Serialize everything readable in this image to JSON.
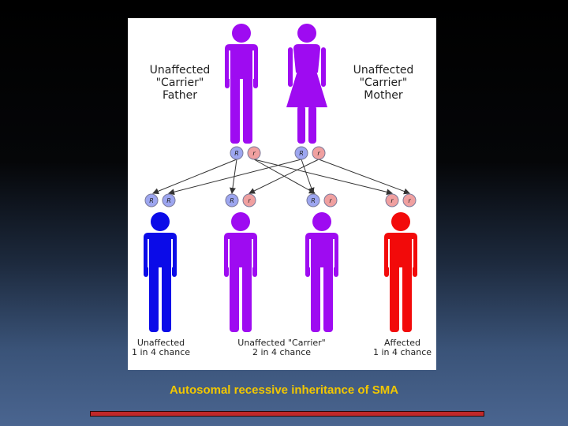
{
  "colors": {
    "carrier": "#9e0bf1",
    "unaffected": "#0b0be8",
    "affected": "#f20a0a",
    "dominant_allele": "#9da6f0",
    "recessive_allele": "#f0a0a0",
    "caption": "#f2c700"
  },
  "parents": [
    {
      "label": [
        "Unaffected",
        "\"Carrier\"",
        "Father"
      ],
      "figure": "male",
      "status": "carrier",
      "alleles": [
        "R",
        "r"
      ]
    },
    {
      "label": [
        "Unaffected",
        "\"Carrier\"",
        "Mother"
      ],
      "figure": "female",
      "status": "carrier",
      "alleles": [
        "R",
        "r"
      ]
    }
  ],
  "children": [
    {
      "status": "unaffected",
      "alleles": [
        "R",
        "R"
      ]
    },
    {
      "status": "carrier",
      "alleles": [
        "R",
        "r"
      ]
    },
    {
      "status": "carrier",
      "alleles": [
        "R",
        "r"
      ]
    },
    {
      "status": "affected",
      "alleles": [
        "r",
        "r"
      ]
    }
  ],
  "child_labels": [
    {
      "lines": [
        "Unaffected",
        "1 in 4 chance"
      ]
    },
    {
      "lines": [
        "Unaffected \"Carrier\"",
        "2 in 4 chance"
      ]
    },
    {
      "lines": [
        "Affected",
        "1 in 4 chance"
      ]
    }
  ],
  "caption": "Autosomal recessive inheritance of SMA"
}
